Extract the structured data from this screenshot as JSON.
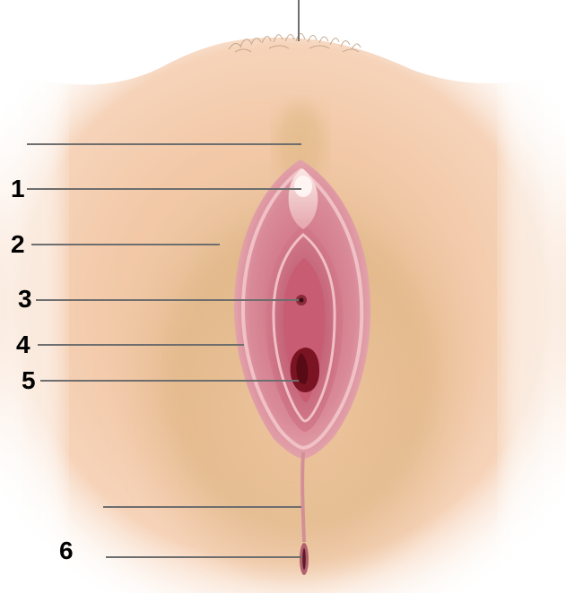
{
  "labels": [
    "1",
    "2",
    "3",
    "4",
    "5",
    "6"
  ],
  "leader_line_color": "#6e6e6e"
}
